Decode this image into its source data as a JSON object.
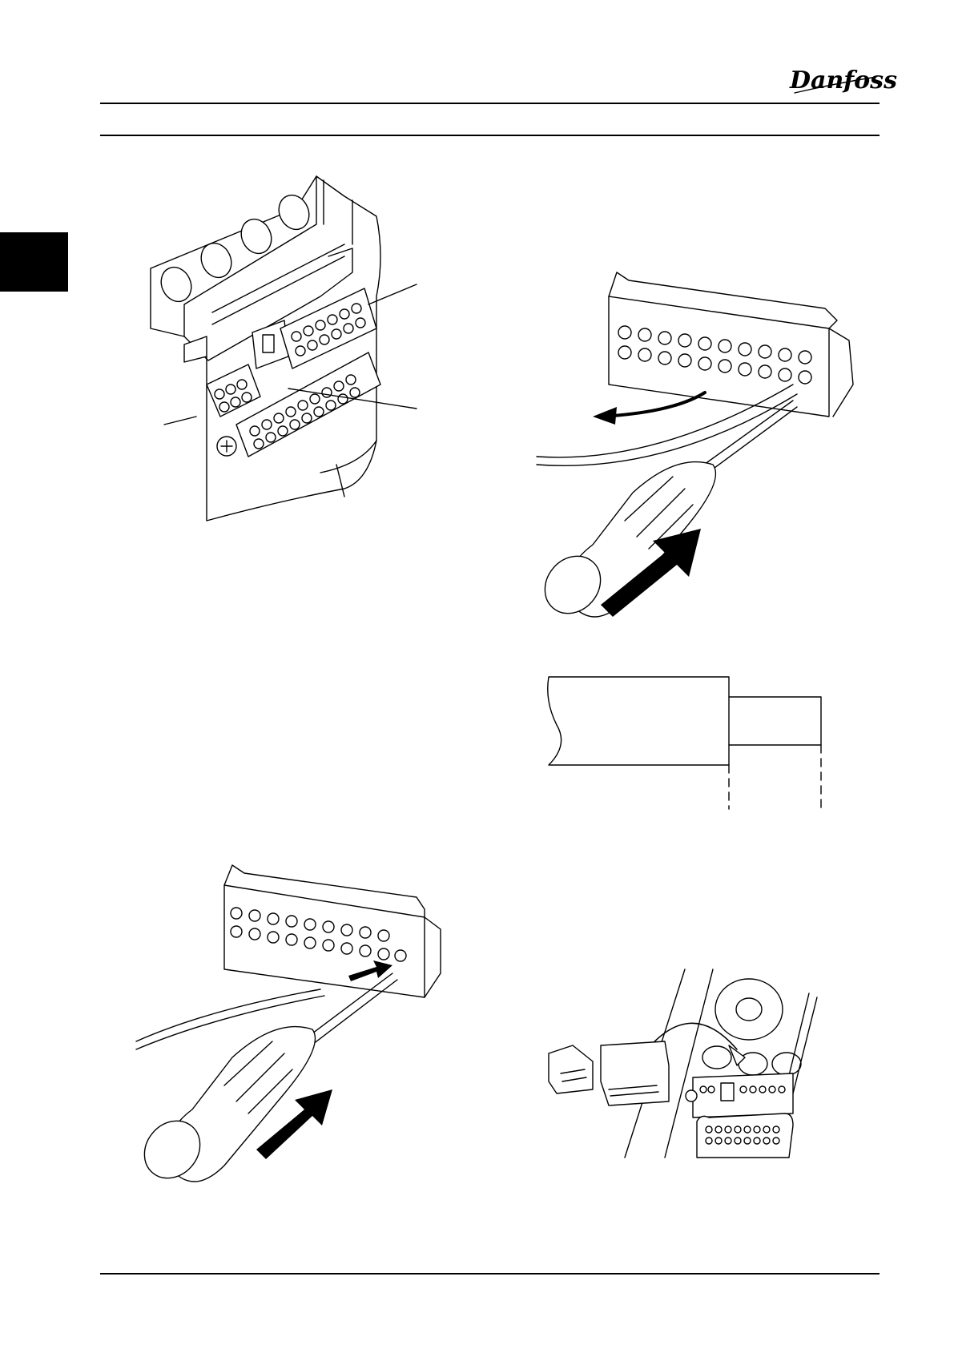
{
  "brand": {
    "logo_text": "Danfoss"
  },
  "figures": [
    {
      "id": "terminal-block-overview",
      "icon": "control-terminals-illustration"
    },
    {
      "id": "wire-removal",
      "icon": "screwdriver-release-illustration"
    },
    {
      "id": "wire-strip-length",
      "icon": "wire-strip-illustration"
    },
    {
      "id": "wire-insertion",
      "icon": "screwdriver-insert-illustration"
    },
    {
      "id": "connector-mounting",
      "icon": "plug-mounting-illustration"
    }
  ]
}
